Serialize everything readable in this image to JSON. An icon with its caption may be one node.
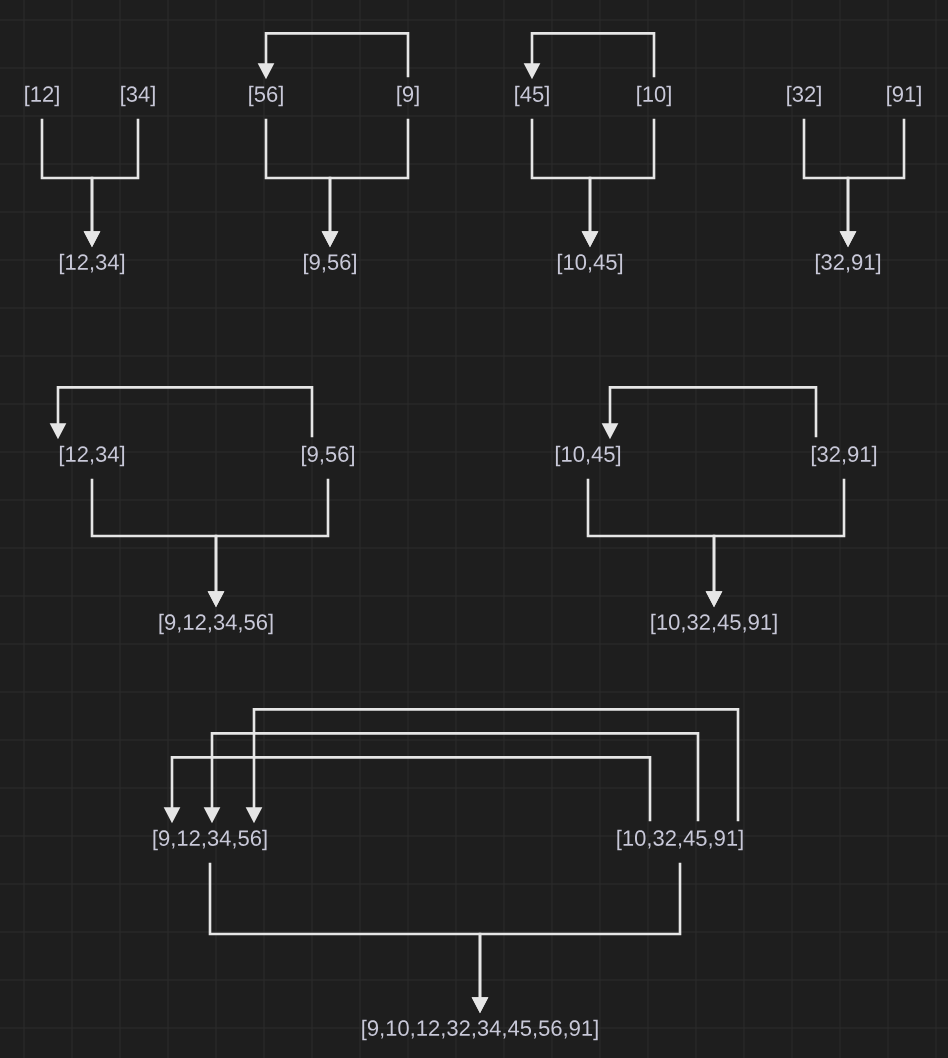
{
  "diagram": {
    "nodes": [
      {
        "text": [
          "[12]"
        ]
      },
      {
        "text": [
          "[34]"
        ]
      },
      {
        "text": [
          "[56]"
        ]
      },
      {
        "text": [
          "[9]"
        ]
      },
      {
        "text": [
          "[45]"
        ]
      },
      {
        "text": [
          "[10]"
        ]
      },
      {
        "text": [
          "[32]"
        ]
      },
      {
        "text": [
          "[91]"
        ]
      },
      {
        "text": [
          "[12,34]"
        ]
      },
      {
        "text": [
          "[9,56]"
        ]
      },
      {
        "text": [
          "[10,45]"
        ]
      },
      {
        "text": [
          "[32,91]"
        ]
      },
      {
        "text": [
          "[12,34]"
        ]
      },
      {
        "text": [
          "[9,56]"
        ]
      },
      {
        "text": [
          "[10,45]"
        ]
      },
      {
        "text": [
          "[32,91]"
        ]
      },
      {
        "text": [
          "[9,12,34,56]"
        ]
      },
      {
        "text": [
          "[10,32,45,91]"
        ]
      },
      {
        "text": [
          "[9,12,34,56]"
        ]
      },
      {
        "text": [
          "[10,32,45,91]"
        ]
      },
      {
        "text": [
          "[9,10,12,32,34,45,56,91]"
        ]
      }
    ],
    "edges": [
      {
        "from": 3,
        "to": 2,
        "arrow": "to"
      },
      {
        "from": 5,
        "to": 4,
        "arrow": "to"
      },
      {
        "from": 0,
        "to": 8,
        "arrow": "to"
      },
      {
        "from": 1,
        "to": 8,
        "arrow": "to"
      },
      {
        "from": 2,
        "to": 9,
        "arrow": "to"
      },
      {
        "from": 3,
        "to": 9,
        "arrow": "to"
      },
      {
        "from": 4,
        "to": 10,
        "arrow": "to"
      },
      {
        "from": 5,
        "to": 10,
        "arrow": "to"
      },
      {
        "from": 6,
        "to": 11,
        "arrow": "to"
      },
      {
        "from": 7,
        "to": 11,
        "arrow": "to"
      },
      {
        "from": 13,
        "to": 12,
        "arrow": "to"
      },
      {
        "from": 15,
        "to": 14,
        "arrow": "to"
      },
      {
        "from": 12,
        "to": 16,
        "arrow": "to"
      },
      {
        "from": 13,
        "to": 16,
        "arrow": "to"
      },
      {
        "from": 14,
        "to": 17,
        "arrow": "to"
      },
      {
        "from": 15,
        "to": 17,
        "arrow": "to"
      },
      {
        "from": 19,
        "to": 18,
        "arrow": "to"
      },
      {
        "from": 19,
        "to": 18,
        "arrow": "to"
      },
      {
        "from": 19,
        "to": 18,
        "arrow": "to"
      },
      {
        "from": 18,
        "to": 20,
        "arrow": "to"
      },
      {
        "from": 19,
        "to": 20,
        "arrow": "to"
      }
    ]
  }
}
